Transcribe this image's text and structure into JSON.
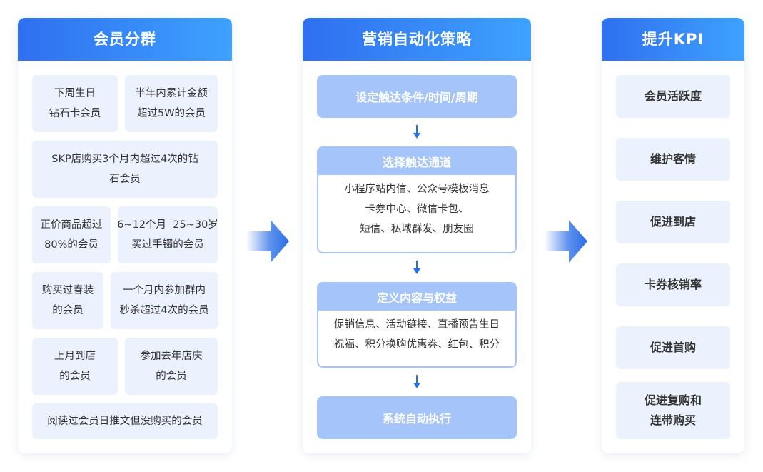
{
  "colors": {
    "header_gradient_start": "#2f6ff0",
    "header_gradient_end": "#3ea2ff",
    "tag_bg": "#ecf2fd",
    "step_fill": "#a5c5fa",
    "arrow": "#2a6ee6"
  },
  "segments": {
    "title": "会员分群",
    "tags": [
      {
        "lines": [
          "下周生日",
          "钻石卡会员"
        ]
      },
      {
        "lines": [
          "半年内累计金额",
          "超过5W的会员"
        ]
      },
      {
        "lines": [
          "SKP店购买3个月内超过4次的钻",
          "石会员"
        ]
      },
      {
        "lines": [
          "正价商品超过",
          "80%的会员"
        ]
      },
      {
        "lines": [
          "6~12个月  25~30岁",
          "买过手镯的会员"
        ]
      },
      {
        "lines": [
          "购买过春装",
          "的会员"
        ]
      },
      {
        "lines": [
          "一个月内参加群内",
          "秒杀超过4次的会员"
        ]
      },
      {
        "lines": [
          "上月到店",
          "的会员"
        ]
      },
      {
        "lines": [
          "参加去年店庆",
          "的会员"
        ]
      },
      {
        "lines": [
          "阅读过会员日推文但没购买的会员"
        ]
      }
    ]
  },
  "strategy": {
    "title": "营销自动化策略",
    "step1": "设定触达条件/时间/周期",
    "step2": {
      "title": "选择触达通道",
      "lines": [
        "小程序站内信、公众号模板消息",
        "卡券中心、微信卡包、",
        "短信、私域群发、朋友圈"
      ]
    },
    "step3": {
      "title": "定义内容与权益",
      "lines": [
        "促销信息、活动链接、直播预告生日",
        "祝福、积分换购优惠券、红包、积分"
      ]
    },
    "step4": "系统自动执行"
  },
  "kpi": {
    "title": "提升KPI",
    "items": [
      {
        "lines": [
          "会员活跃度"
        ]
      },
      {
        "lines": [
          "维护客情"
        ]
      },
      {
        "lines": [
          "促进到店"
        ]
      },
      {
        "lines": [
          "卡券核销率"
        ]
      },
      {
        "lines": [
          "促进首购"
        ]
      },
      {
        "lines": [
          "促进复购和",
          "连带购买"
        ]
      }
    ]
  }
}
